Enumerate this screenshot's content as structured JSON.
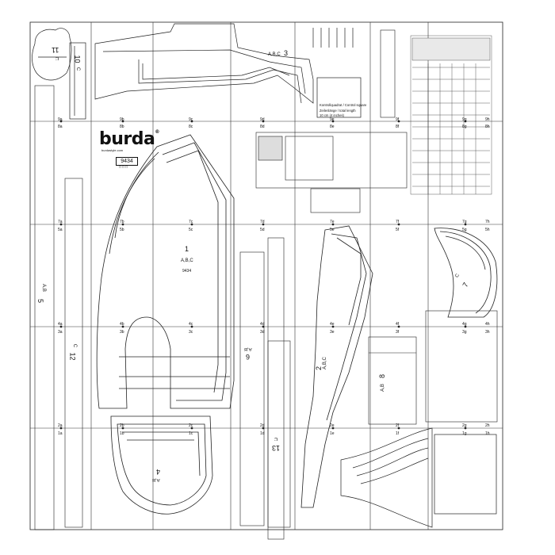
{
  "brand": {
    "logo_text": "burda",
    "sub_text": "burdastyle.com",
    "pattern_number": "9434",
    "variant_boxes": "□□□"
  },
  "grid": {
    "top_labels": [
      "9a",
      "9b",
      "9c",
      "9d",
      "9e",
      "9f",
      "9g",
      "9h"
    ],
    "row2_labels": [
      "8a",
      "8b",
      "8c",
      "8d",
      "8e",
      "8f",
      "8g",
      "8h"
    ],
    "row3_labels": [
      "7a",
      "7b",
      "7c",
      "7d",
      "7e",
      "7f",
      "7g",
      "7h"
    ],
    "row4_labels": [
      "5a",
      "5b",
      "5c",
      "5d",
      "5e",
      "5f",
      "5g",
      "5h"
    ],
    "row5_labels": [
      "4a",
      "4b",
      "4c",
      "4d",
      "4e",
      "4f",
      "4g",
      "4h"
    ],
    "row6_labels": [
      "3a",
      "3b",
      "3c",
      "3d",
      "3e",
      "3f",
      "3g",
      "3h"
    ],
    "row7_labels": [
      "2a",
      "2b",
      "2c",
      "2d",
      "2e",
      "2f",
      "2g",
      "2h"
    ],
    "row8_labels": [
      "1a",
      "1b",
      "1c",
      "1d",
      "1e",
      "1f",
      "1g",
      "1h"
    ]
  },
  "pieces": {
    "p1": {
      "num": "1",
      "views": "A,B,C",
      "code": "9434"
    },
    "p2": {
      "num": "2",
      "views": "A,B,C"
    },
    "p3": {
      "num": "3",
      "views": "A,B,C"
    },
    "p4": {
      "num": "4",
      "views": "A,B"
    },
    "p5": {
      "num": "5",
      "views": "A,B"
    },
    "p6": {
      "num": "6",
      "views": "A,B"
    },
    "p7": {
      "num": "7",
      "views": "C"
    },
    "p8": {
      "num": "8",
      "views": "A,B"
    },
    "p10": {
      "num": "10",
      "views": "C"
    },
    "p11": {
      "num": "11",
      "views": "C"
    },
    "p12": {
      "num": "12",
      "views": "C"
    },
    "p13": {
      "num": "13",
      "views": "C"
    }
  },
  "notes": {
    "control_square": "Kontrollquadrat / Control square",
    "control_length": "Zeilenlänge / total length",
    "control_value": "10 cm (4 inches)"
  }
}
